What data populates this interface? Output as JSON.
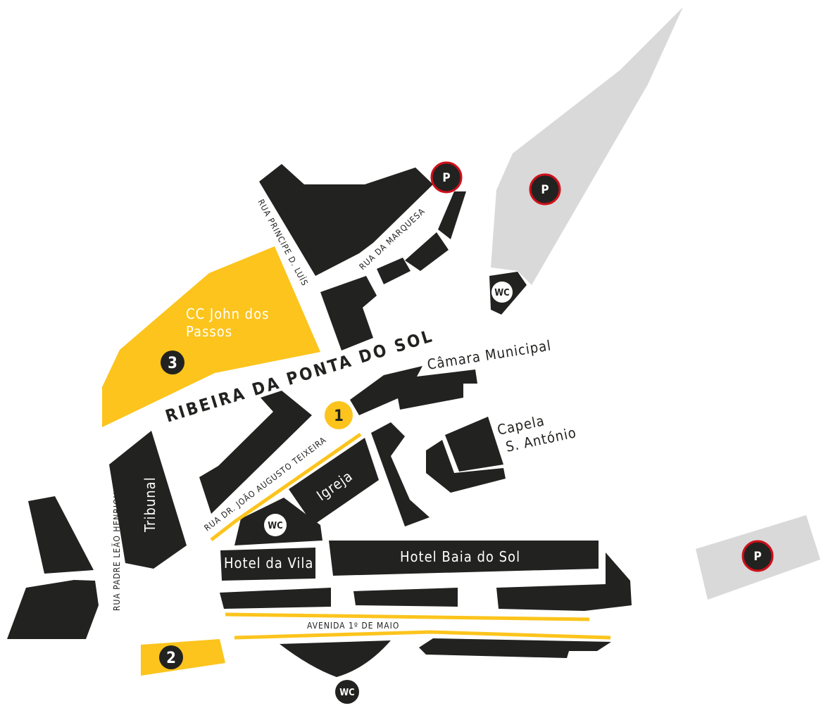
{
  "colors": {
    "building": "#222220",
    "highlight": "#fcc41c",
    "parking_area": "#d9d9d9",
    "parking_ring": "#d0101a"
  },
  "streets": {
    "rua_principe": "RUA PRINCIPE D. LUÍS",
    "rua_marquesa": "RUA DA MARQUESA",
    "ribeira": "RIBEIRA DA PONTA  DO SOL",
    "rua_joao": "RUA DR. JOÃO AUGUSTO TEIXEIRA",
    "rua_padre": "RUA PADRE LEÃO HENRIQUES",
    "avenida": "AVENIDA 1º DE MAIO"
  },
  "places": {
    "cc_line1": "CC John dos",
    "cc_line2": "Passos",
    "camara": "Câmara Municipal",
    "capela_line1": "Capela",
    "capela_line2": "S. António",
    "igreja": "Igreja",
    "tribunal": "Tribunal",
    "hotel_vila": "Hotel da Vila",
    "hotel_baia": "Hotel Baia do Sol"
  },
  "markers": {
    "m1": "1",
    "m2": "2",
    "m3": "3",
    "parking": "P",
    "wc": "WC"
  }
}
